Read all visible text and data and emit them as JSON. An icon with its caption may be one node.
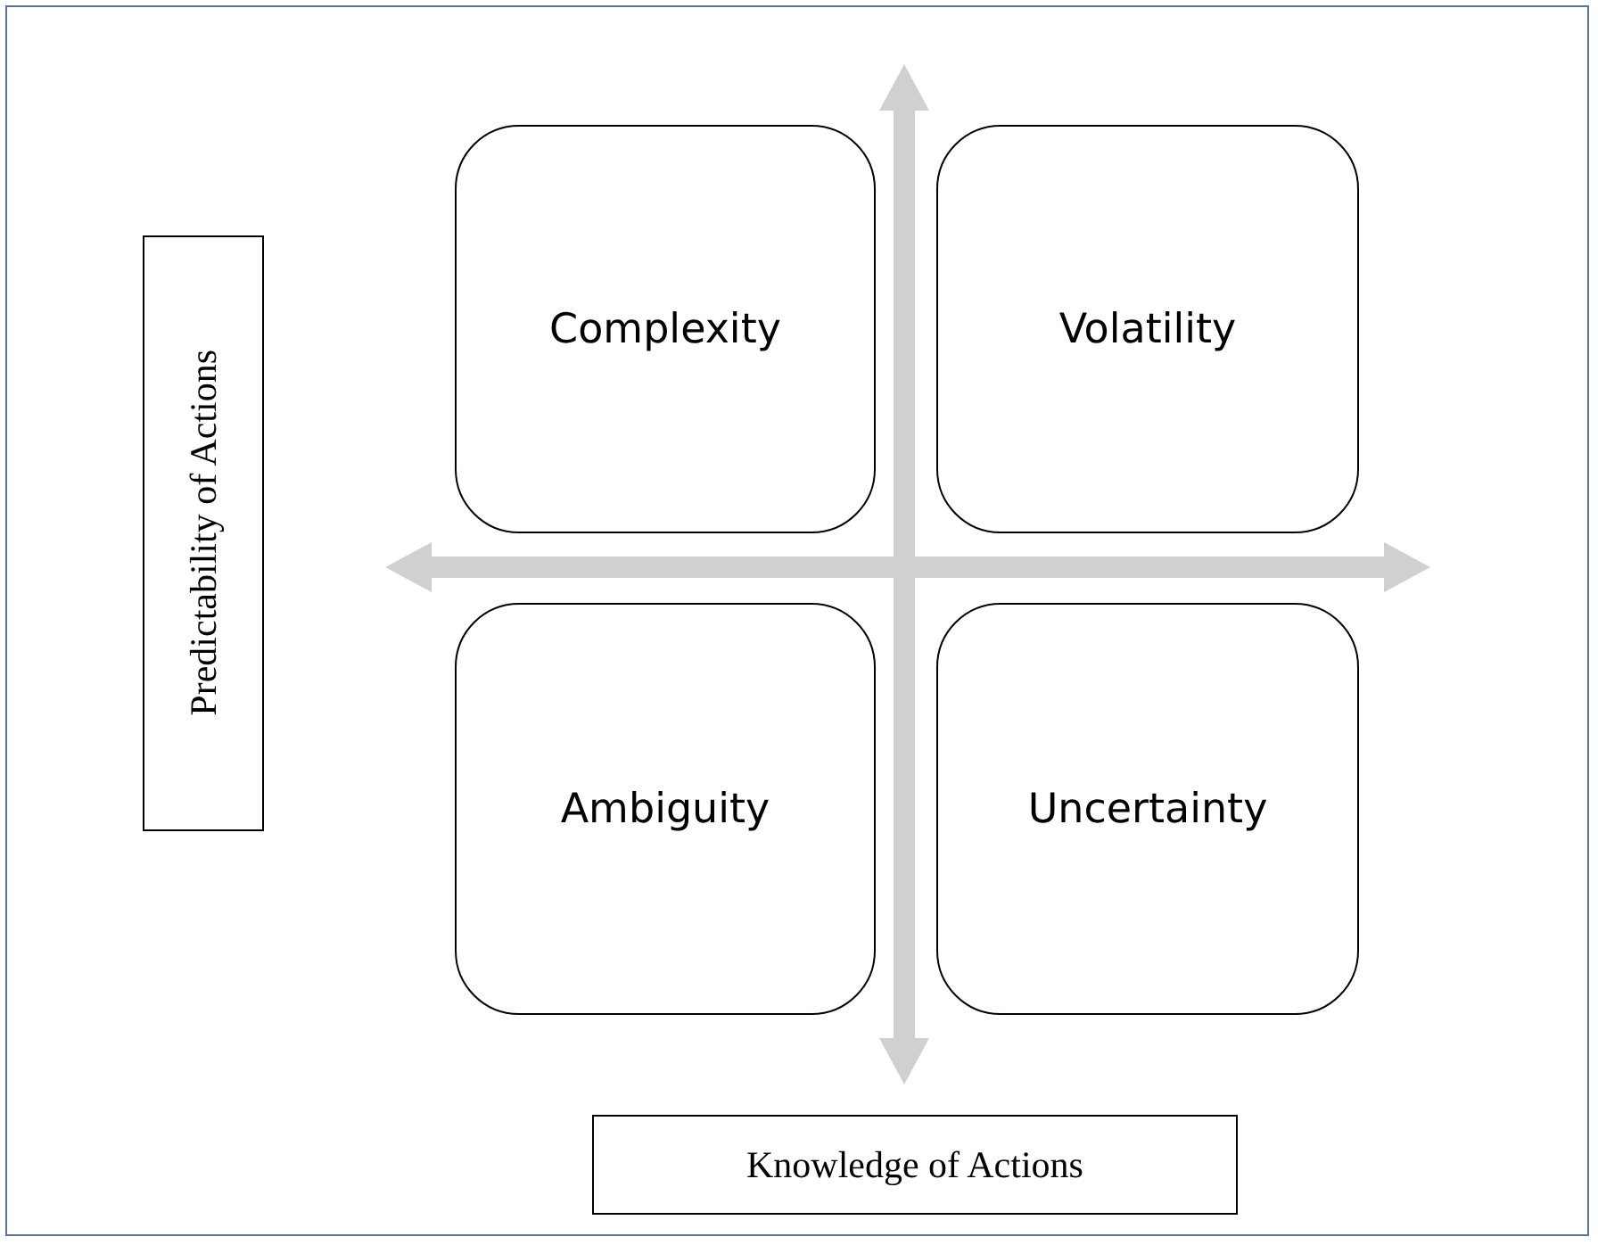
{
  "diagram": {
    "nodes": [
      {
        "text": [
          "Complexity"
        ]
      },
      {
        "text": [
          "Volatility"
        ]
      },
      {
        "text": [
          "Ambiguity"
        ]
      },
      {
        "text": [
          "Uncertainty"
        ]
      },
      {
        "text": [
          "Predictability of Actions"
        ]
      },
      {
        "text": [
          "Knowledge of Actions"
        ]
      }
    ]
  }
}
